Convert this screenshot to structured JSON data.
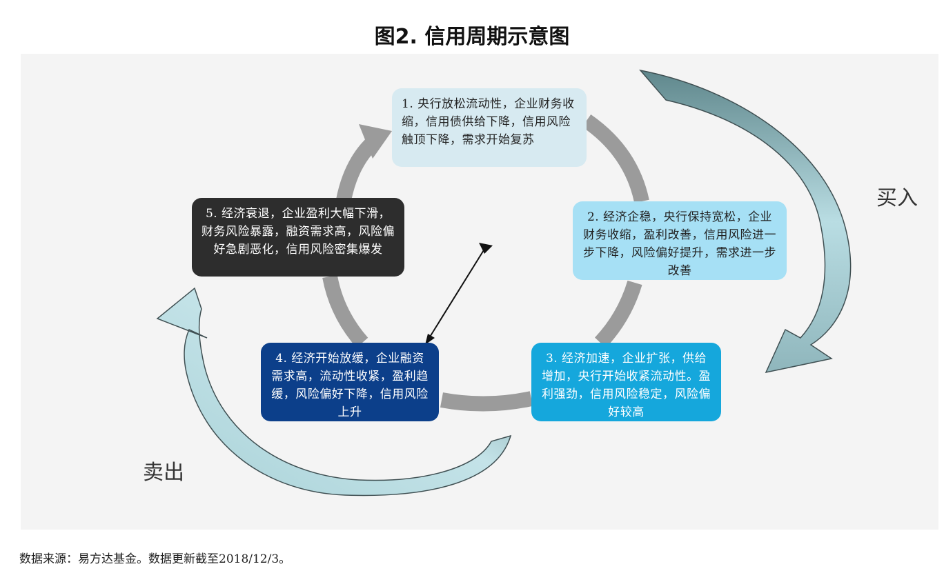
{
  "title": "图2. 信用周期示意图",
  "boxes": {
    "b1": "1. 央行放松流动性，企业财务收缩，信用债供给下降，信用风险触顶下降，需求开始复苏",
    "b2": "2. 经济企稳，央行保持宽松，企业财务收缩，盈利改善，信用风险进一步下降，风险偏好提升，需求进一步改善",
    "b3": "3. 经济加速，企业扩张，供给增加，央行开始收紧流动性。盈利强劲，信用风险稳定，风险偏好较高",
    "b4": "4. 经济开始放缓，企业融资需求高，流动性收紧，盈利趋缓，风险偏好下降，信用风险上升",
    "b5": "5. 经济衰退，企业盈利大幅下滑，财务风险暴露，融资需求高，风险偏好急剧恶化，信用风险密集爆发"
  },
  "labels": {
    "buy": "买入",
    "sell": "卖出"
  },
  "footer": "数据来源：易方达基金。数据更新截至2018/12/3。",
  "colors": {
    "ring": "#9b9b9b",
    "outer_arrow_gradient_start": "#dff0f3",
    "outer_arrow_gradient_end": "#5f878c",
    "box1": "#d7eaf1",
    "box2": "#a6e0f5",
    "box3": "#15a7dc",
    "box4": "#0c3f8a",
    "box5": "#2d2d2d"
  }
}
